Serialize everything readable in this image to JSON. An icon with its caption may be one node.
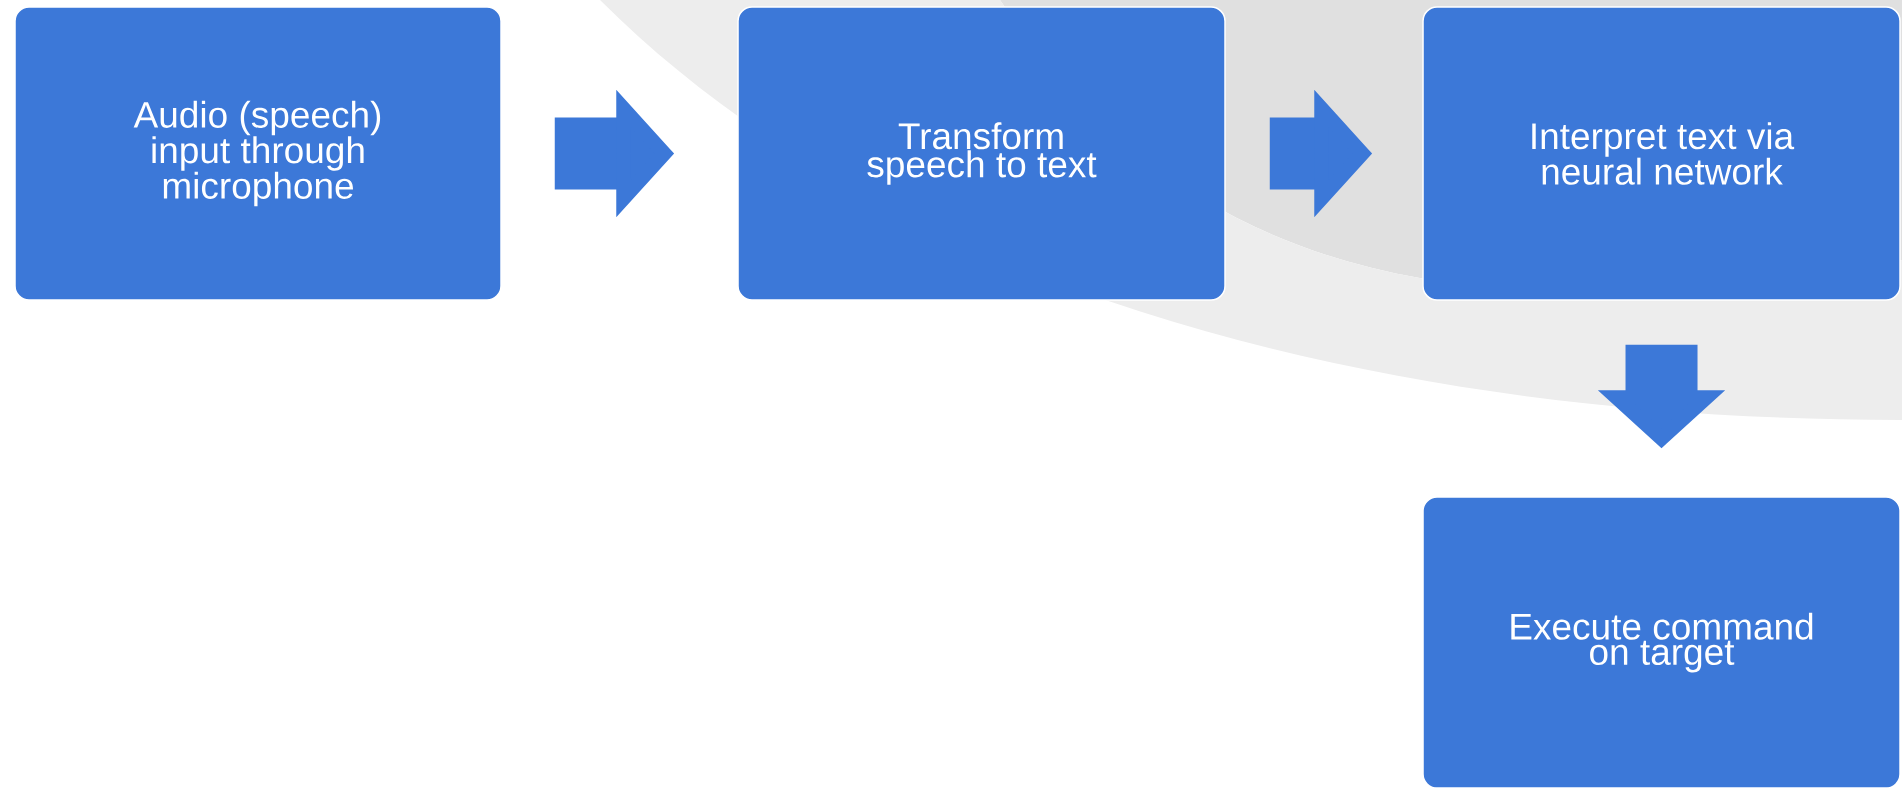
{
  "diagram": {
    "nodes": [
      {
        "text": [
          "Audio (speech) input through microphone"
        ]
      },
      {
        "text": [
          "Transform speech to text"
        ]
      },
      {
        "text": [
          "Interpret text via neural network"
        ]
      },
      {
        "text": [
          "Execute command on target"
        ]
      }
    ],
    "edges": [
      {
        "from": 0,
        "to": 1,
        "arrow": "to"
      },
      {
        "from": 1,
        "to": 2,
        "arrow": "to"
      },
      {
        "from": 2,
        "to": 3,
        "arrow": "to"
      }
    ]
  }
}
